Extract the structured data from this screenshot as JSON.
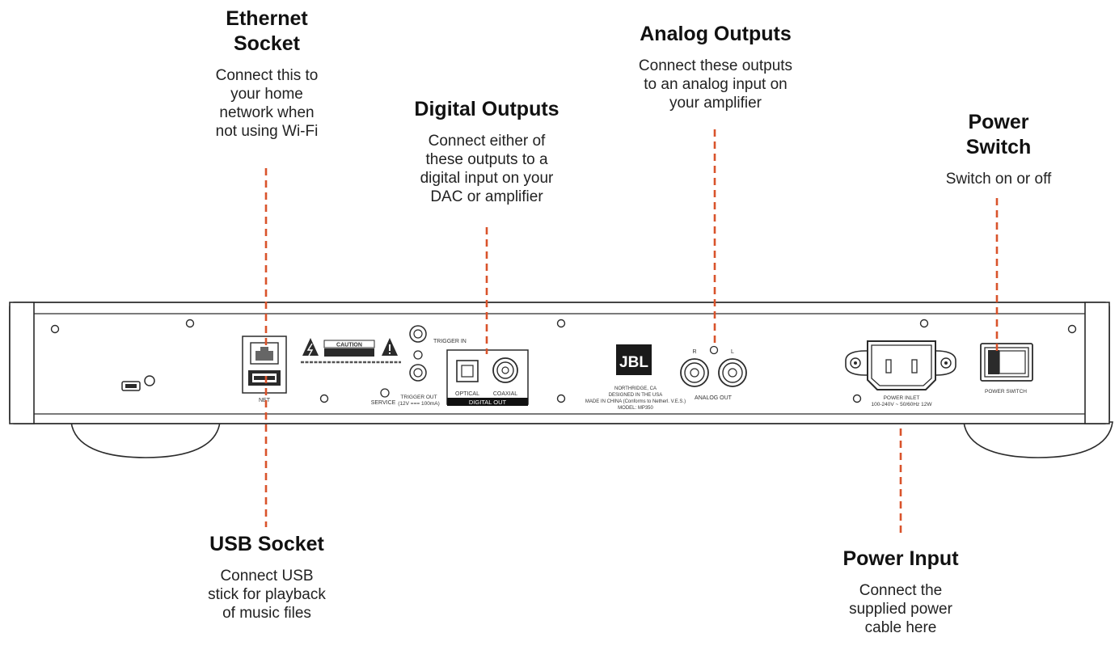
{
  "callouts": {
    "ethernet": {
      "title": "Ethernet\nSocket",
      "desc": "Connect this to\nyour home\nnetwork when\nnot using Wi-Fi"
    },
    "digital": {
      "title": "Digital Outputs",
      "desc": "Connect either of\nthese outputs to a\ndigital input on your\nDAC or amplifier"
    },
    "analog": {
      "title": "Analog Outputs",
      "desc": "Connect these outputs\nto an analog input on\nyour amplifier"
    },
    "power_switch": {
      "title": "Power\nSwitch",
      "desc": "Switch on or off"
    },
    "usb": {
      "title": "USB Socket",
      "desc": "Connect USB\nstick for playback\nof music files"
    },
    "power_input": {
      "title": "Power Input",
      "desc": "Connect the\nsupplied power\ncable here"
    }
  },
  "panel": {
    "net_label": "NET",
    "caution_label": "CAUTION",
    "trigger_in": "TRIGGER IN",
    "service": "SERVICE",
    "trigger_out": "TRIGGER OUT",
    "trigger_out_spec": "(12V === 100mA)",
    "optical": "OPTICAL",
    "coaxial": "COAXIAL",
    "digital_out": "DIGITAL OUT",
    "brand": "JBL",
    "made_in_1": "NORTHRIDGE, CA",
    "made_in_2": "DESIGNED IN THE USA",
    "made_in_3": "MADE IN CHINA (Conforms to Netherl. V.E.S.)",
    "model": "MODEL: MP350",
    "ch_r": "R",
    "ch_l": "L",
    "analog_out": "ANALOG OUT",
    "power_inlet": "POWER INLET",
    "power_inlet_spec": "100-240V ~ 50/60Hz 12W",
    "power_switch": "POWER SWITCH"
  },
  "colors": {
    "leader": "#d9532b",
    "outline": "#2b2b2b",
    "panel_fill": "#ffffff"
  }
}
